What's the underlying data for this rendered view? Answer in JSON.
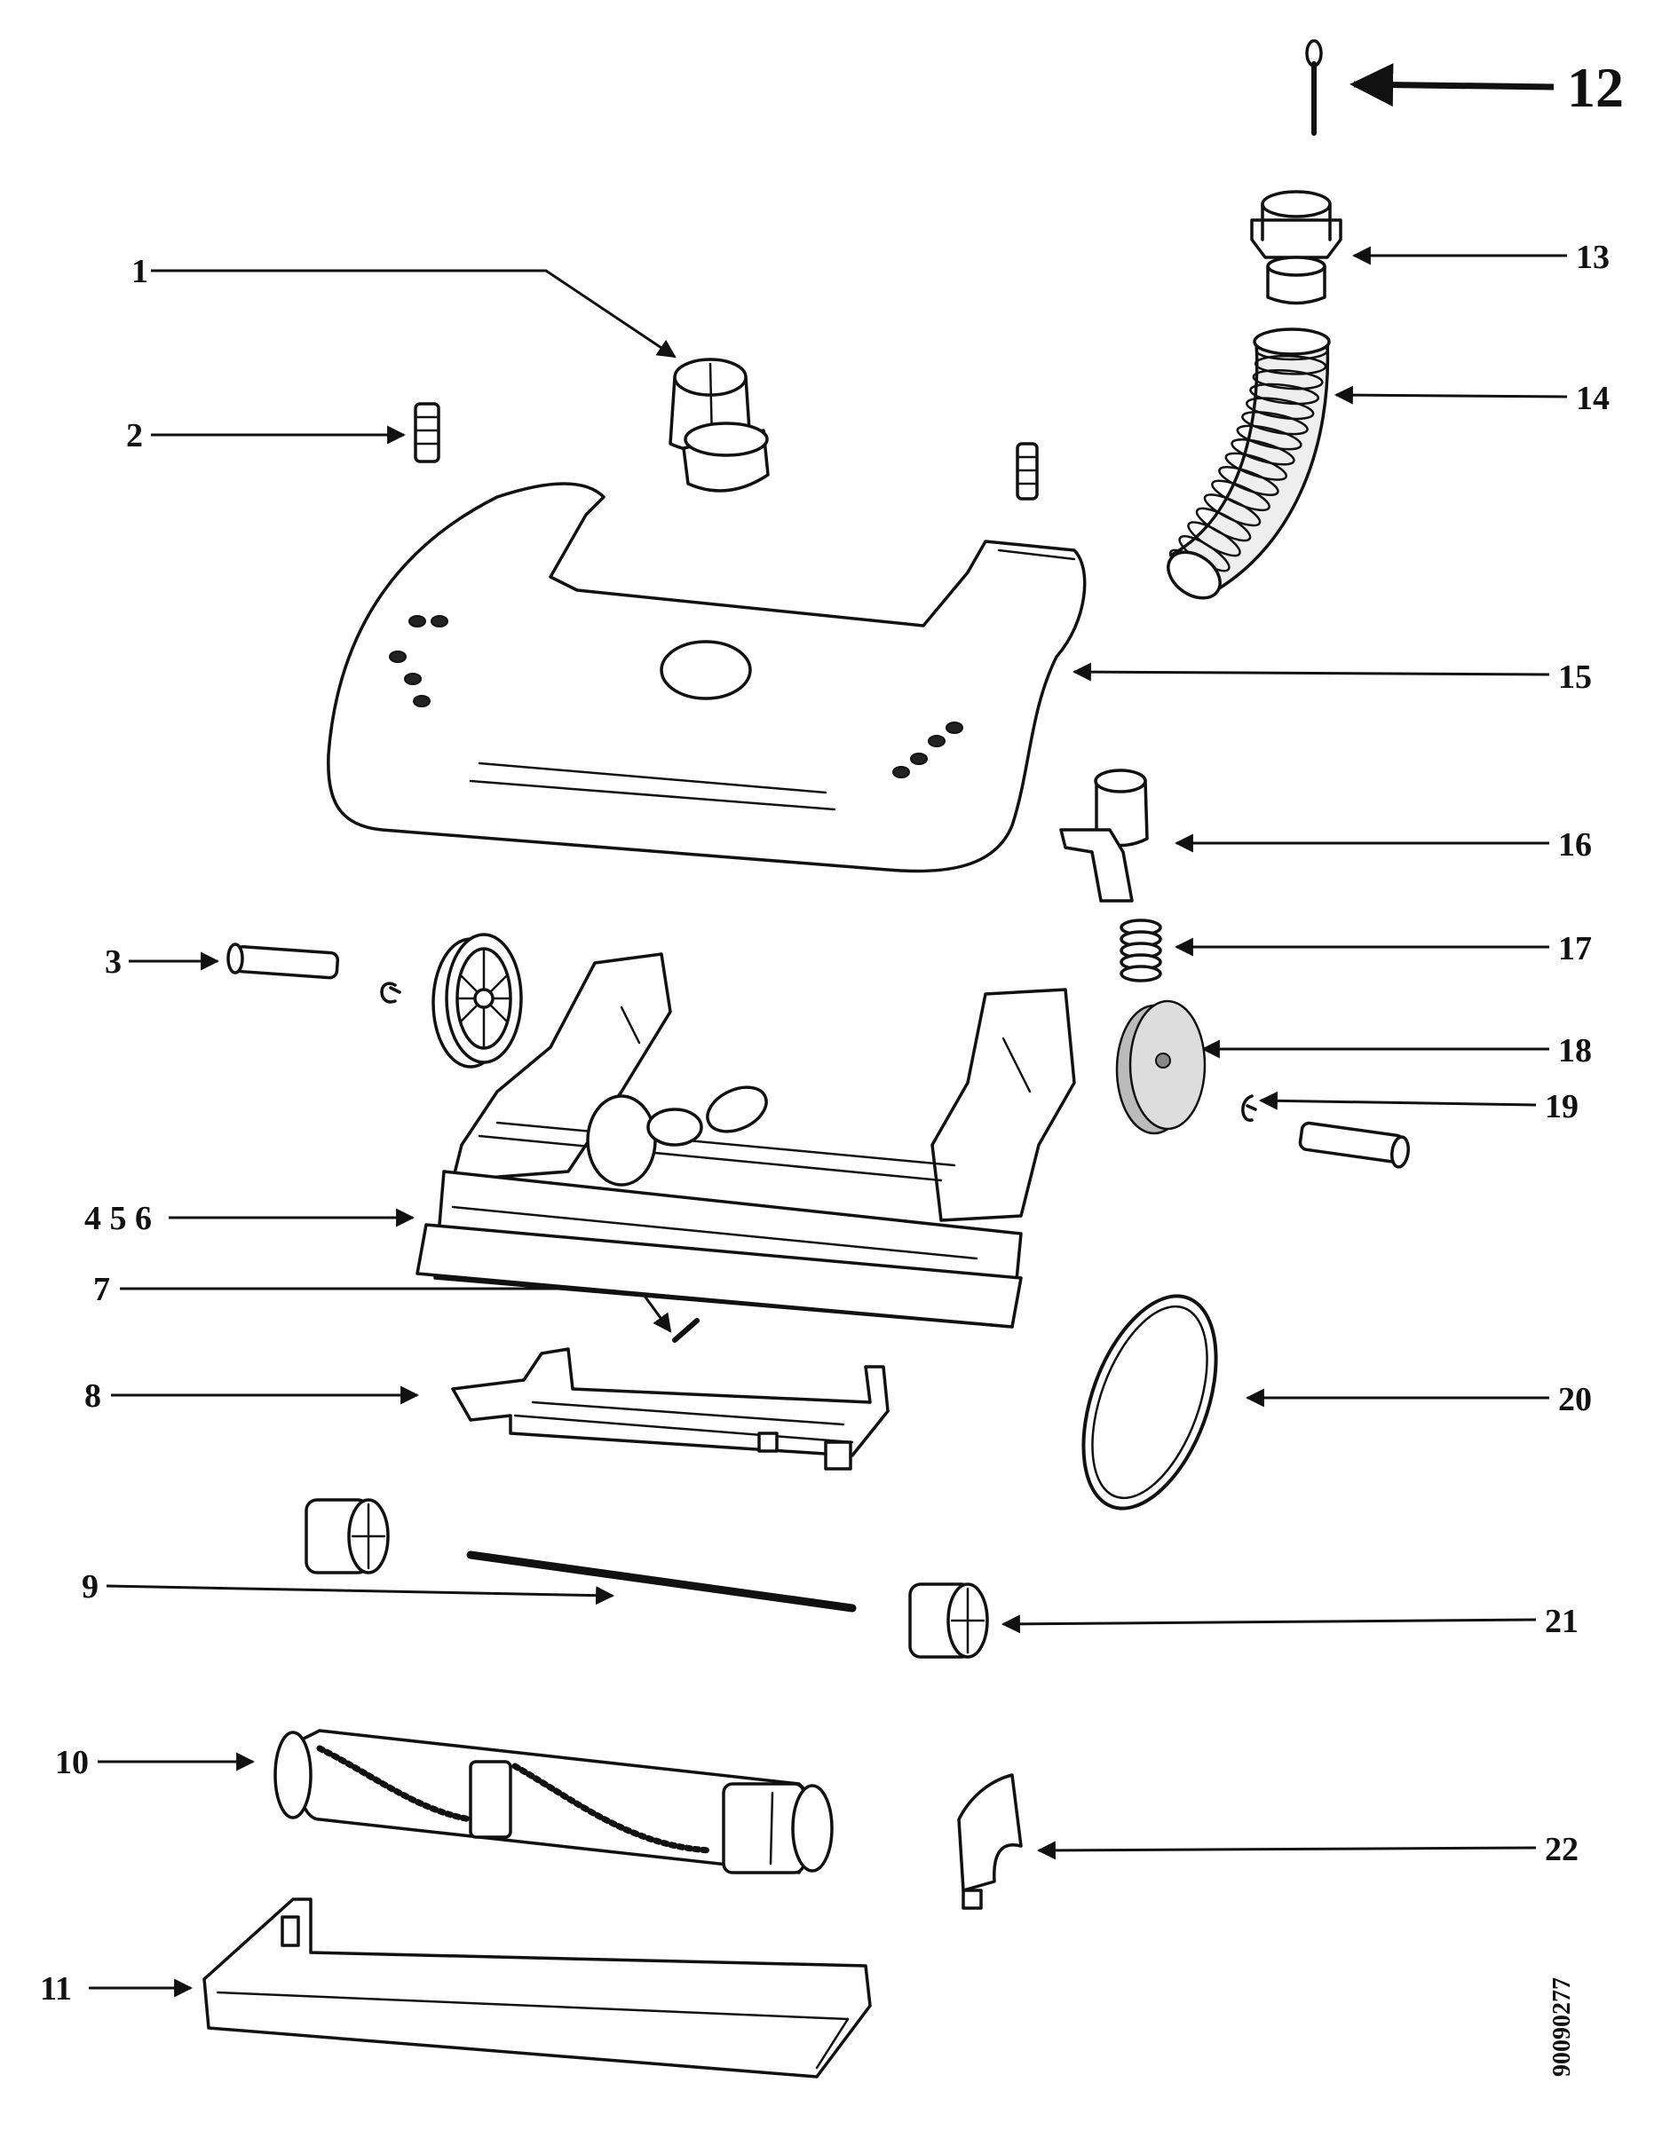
{
  "diagram": {
    "callouts": [
      {
        "key": "c1",
        "label": "1"
      },
      {
        "key": "c2",
        "label": "2"
      },
      {
        "key": "c3",
        "label": "3"
      },
      {
        "key": "c456",
        "label": "4 5 6"
      },
      {
        "key": "c7",
        "label": "7"
      },
      {
        "key": "c8",
        "label": "8"
      },
      {
        "key": "c9",
        "label": "9"
      },
      {
        "key": "c10",
        "label": "10"
      },
      {
        "key": "c11",
        "label": "11"
      },
      {
        "key": "c12",
        "label": "12"
      },
      {
        "key": "c13",
        "label": "13"
      },
      {
        "key": "c14",
        "label": "14"
      },
      {
        "key": "c15",
        "label": "15"
      },
      {
        "key": "c16",
        "label": "16"
      },
      {
        "key": "c17",
        "label": "17"
      },
      {
        "key": "c18",
        "label": "18"
      },
      {
        "key": "c19",
        "label": "19"
      },
      {
        "key": "c20",
        "label": "20"
      },
      {
        "key": "c21",
        "label": "21"
      },
      {
        "key": "c22",
        "label": "22"
      }
    ],
    "document_id": "90090277"
  }
}
